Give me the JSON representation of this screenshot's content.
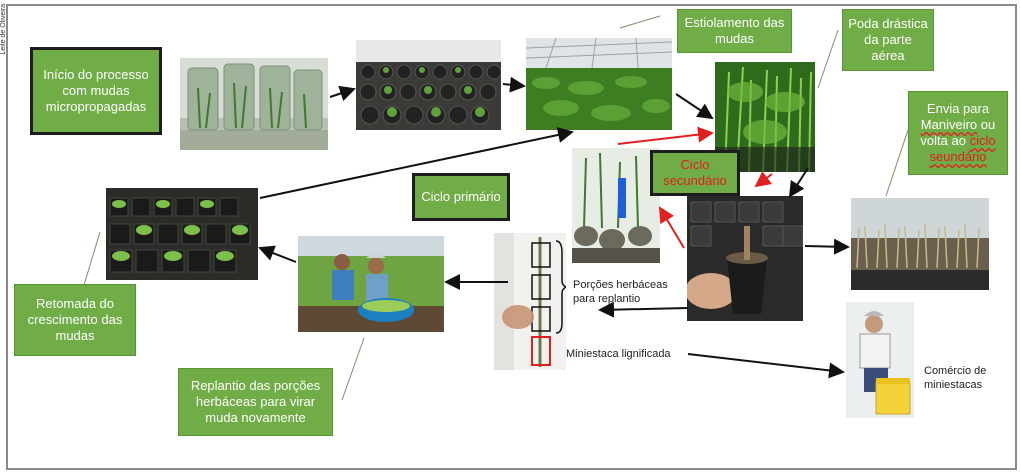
{
  "boxes": {
    "inicio": "Início do processo com mudas micropropagadas",
    "estiolamento": "Estiolamento das mudas",
    "poda": "Poda drástica da parte aérea",
    "envia_pre": "Envia para",
    "envia_maniveiro": "Maniveiro",
    "envia_mid": " ou volta ao ",
    "envia_ciclo": "ciclo seundário",
    "ciclo_secundario": "Ciclo secundário",
    "ciclo_primario": "Ciclo primário",
    "retomada": "Retomada do crescimento das mudas",
    "replantio": "Replantio das porções herbáceas para virar muda novamente"
  },
  "labels": {
    "porcoes": "Porções herbáceas para replantio",
    "miniestaca": "Miniestaca lignificada",
    "comercio": "Comércio de miniestacas"
  },
  "colors": {
    "box_green": "#70ad47",
    "arrow_red": "#e02020",
    "arrow_black": "#111111"
  }
}
